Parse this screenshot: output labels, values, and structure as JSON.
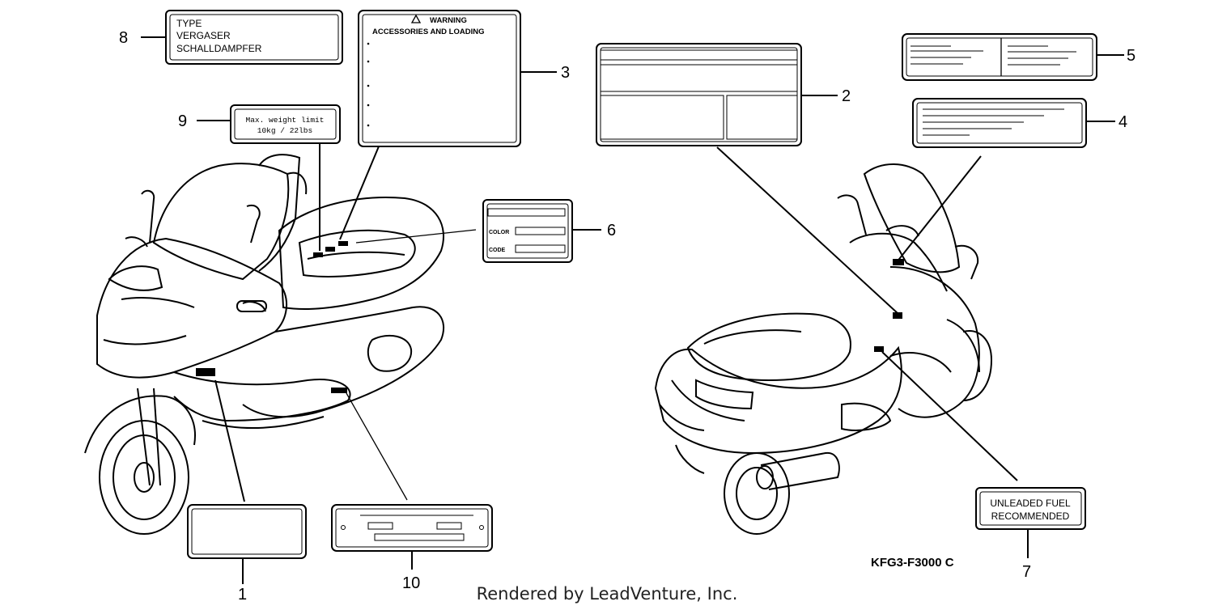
{
  "callouts": {
    "n1": "1",
    "n2": "2",
    "n3": "3",
    "n4": "4",
    "n5": "5",
    "n6": "6",
    "n7": "7",
    "n8": "8",
    "n9": "9",
    "n10": "10"
  },
  "labels": {
    "type_line1": "TYPE",
    "type_line2": "VERGASER",
    "type_line3": "SCHALLDAMPFER",
    "weight_line1": "Max. weight limit",
    "weight_line2": "10kg  /  22lbs",
    "warning_title": "WARNING",
    "warning_subtitle": "ACCESSORIES AND LOADING",
    "color_label": "COLOR",
    "code_label": "CODE",
    "fuel_line1": "UNLEADED  FUEL",
    "fuel_line2": "RECOMMENDED"
  },
  "part_code": "KFG3-F3000 C",
  "footer": "Rendered by LeadVenture, Inc."
}
